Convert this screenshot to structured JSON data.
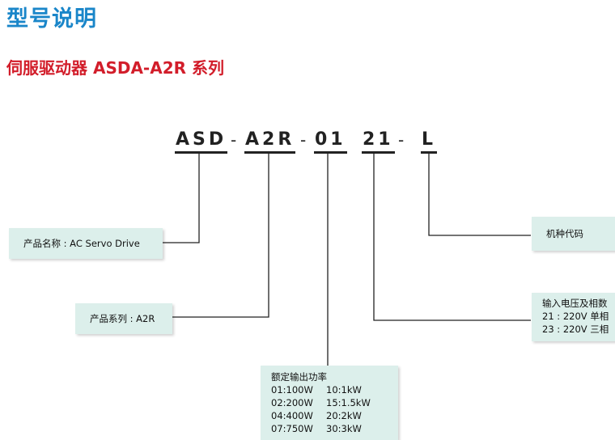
{
  "heading": "型号说明",
  "subheading": "伺服驱动器 ASDA-A2R 系列",
  "colors": {
    "heading": "#1a86c9",
    "subheading": "#d21d2a",
    "box_fill": "#dcefeb"
  },
  "model_code": {
    "seg1": "ASD",
    "dash1": "-",
    "seg2": "A2R",
    "dash2": "-",
    "seg3": "01",
    "seg4": "21",
    "dash3": "-",
    "seg5": "L"
  },
  "product_name": "产品名称 : AC Servo Drive",
  "product_series": "产品系列 : A2R",
  "model_code_label": "机种代码",
  "power_input": {
    "title": "输入电压及相数",
    "rows": [
      "21 : 220V 单相",
      "23 : 220V 三相"
    ]
  },
  "rated_power": {
    "title": "额定输出功率",
    "rows": [
      [
        "01:100W",
        "10:1kW"
      ],
      [
        "02:200W",
        "15:1.5kW"
      ],
      [
        "04:400W",
        "20:2kW"
      ],
      [
        "07:750W",
        "30:3kW"
      ]
    ]
  }
}
